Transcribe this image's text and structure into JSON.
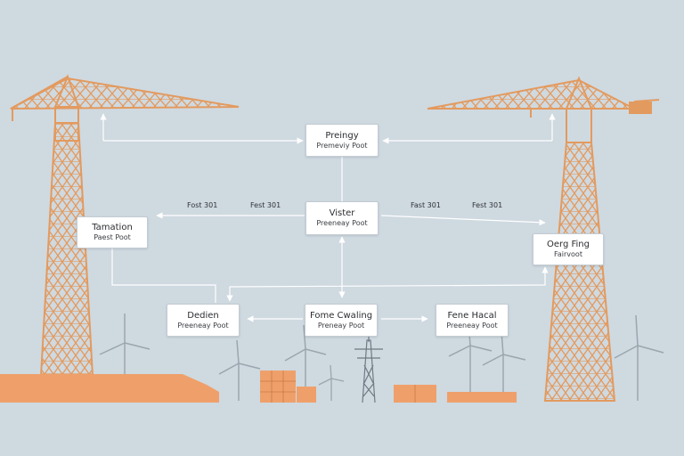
{
  "colors": {
    "background": "#cfd9e0",
    "crane": "#e39a5e",
    "ground_blocks": "#efa06a",
    "turbine": "#9aa6ae",
    "pylon": "#6f7a82",
    "arrow": "#ffffff"
  },
  "nodes": {
    "top": {
      "title": "Preingy",
      "subtitle": "Premeviy Poot"
    },
    "center": {
      "title": "Vister",
      "subtitle": "Preeneay Poot"
    },
    "left": {
      "title": "Tamation",
      "subtitle": "Paest Poot"
    },
    "right": {
      "title": "Oerg Fing",
      "subtitle": "Fairvoot"
    },
    "bottom_left": {
      "title": "Dedien",
      "subtitle": "Preeneay Poot"
    },
    "bottom_center": {
      "title": "Fome Cwaling",
      "subtitle": "Preneay Poot"
    },
    "bottom_right": {
      "title": "Fene Hacal",
      "subtitle": "Preeneay Poot"
    }
  },
  "edge_labels": {
    "left_1": "Fost 301",
    "left_2": "Fest 301",
    "right_1": "Fast 301",
    "right_2": "Fest 301"
  }
}
